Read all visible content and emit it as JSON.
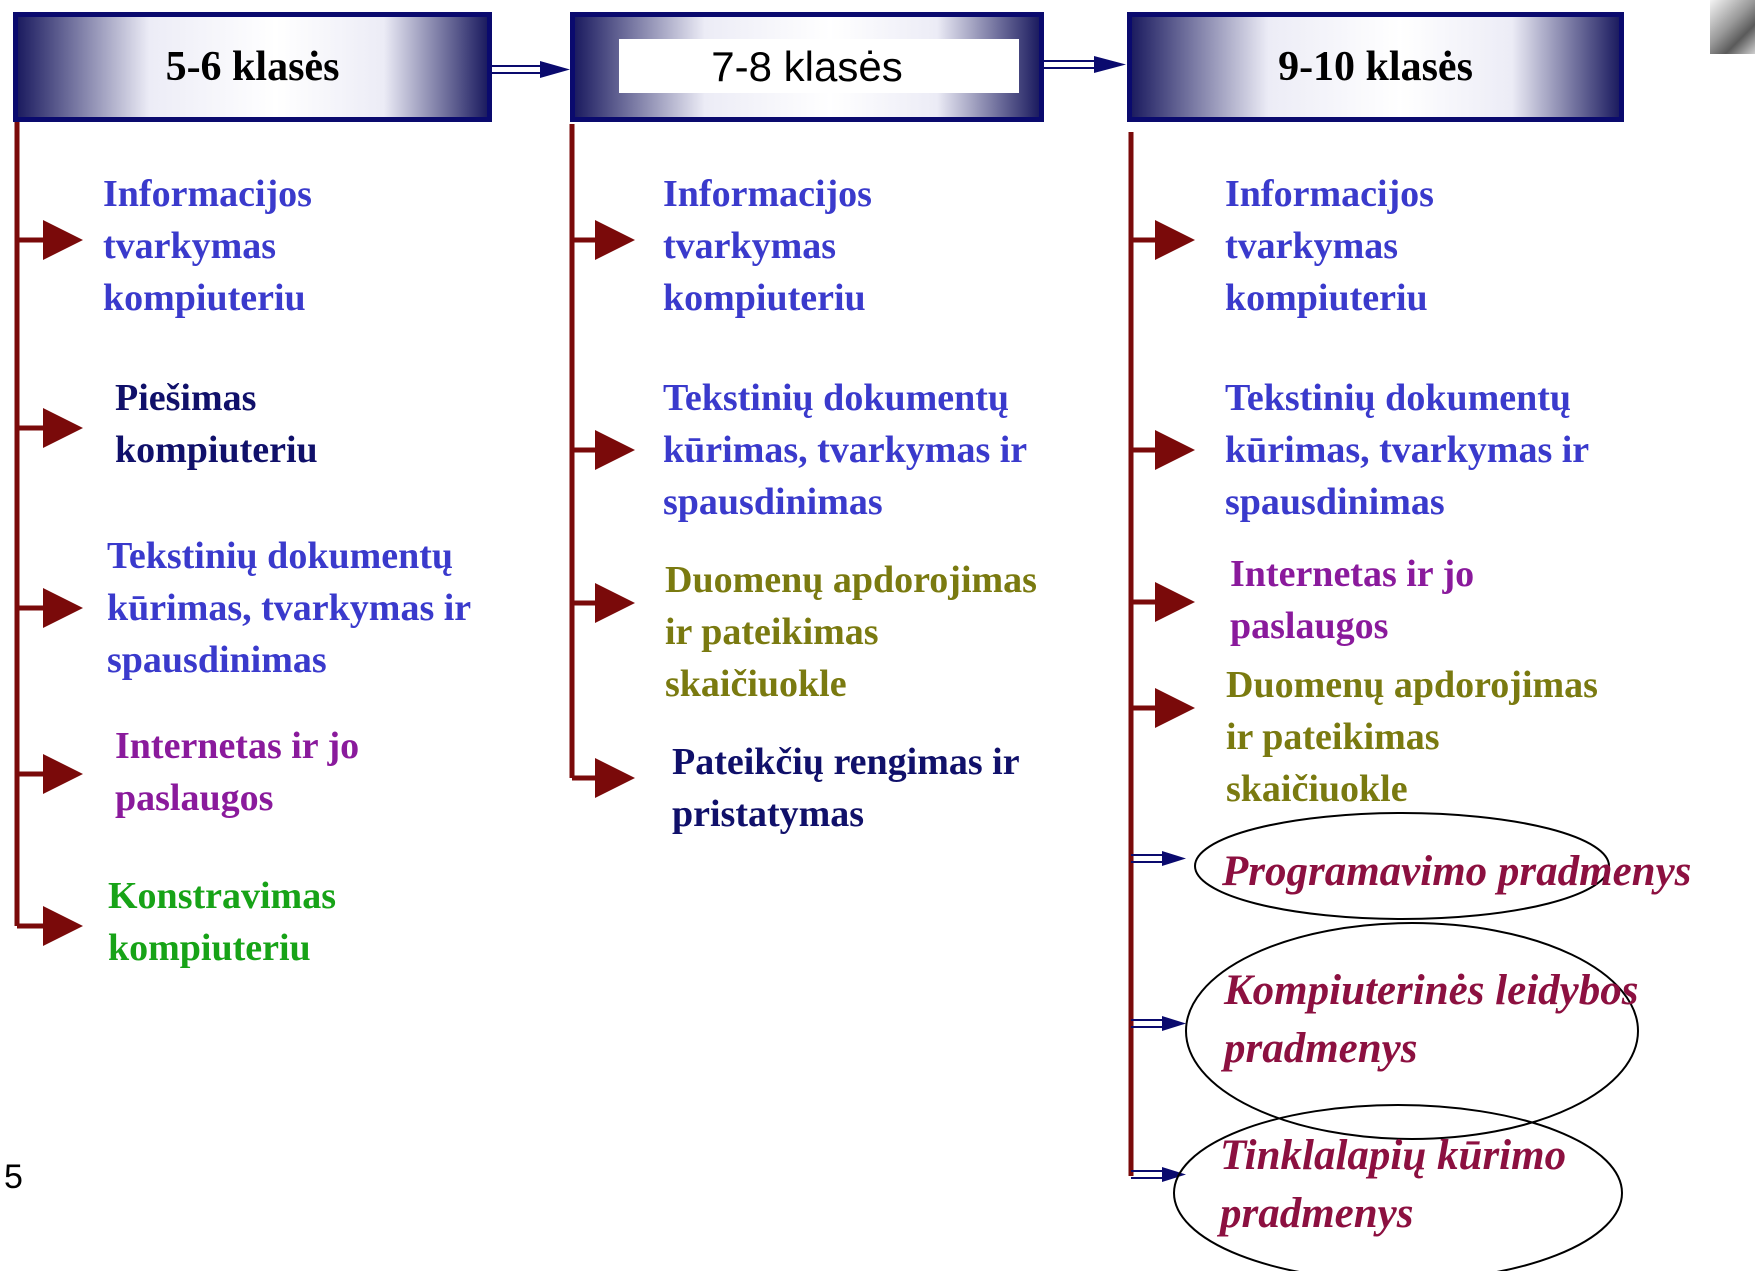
{
  "page_number": "5",
  "colors": {
    "blue": "#3a3acc",
    "navy": "#10106a",
    "olive": "#7a7a10",
    "purple": "#8a1a9c",
    "green": "#17a317",
    "crimson": "#8c1040",
    "dark_red": "#7a0a0a",
    "arrow_navy": "#0a0a6e"
  },
  "columns": [
    {
      "header": "5-6 klasės",
      "items": [
        {
          "text": [
            "Informacijos",
            "tvarkymas",
            "kompiuteriu"
          ],
          "color": "blue"
        },
        {
          "text": [
            "Piešimas",
            "kompiuteriu"
          ],
          "color": "navy"
        },
        {
          "text": [
            "Tekstinių dokumentų",
            "kūrimas, tvarkymas ir",
            "spausdinimas"
          ],
          "color": "blue"
        },
        {
          "text": [
            "Internetas ir jo",
            "paslaugos"
          ],
          "color": "purple"
        },
        {
          "text": [
            "Konstravimas",
            "kompiuteriu"
          ],
          "color": "green"
        }
      ]
    },
    {
      "header": "7-8 klasės",
      "items": [
        {
          "text": [
            "Informacijos",
            "tvarkymas",
            "kompiuteriu"
          ],
          "color": "blue"
        },
        {
          "text": [
            "Tekstinių dokumentų",
            "kūrimas, tvarkymas ir",
            "spausdinimas"
          ],
          "color": "blue"
        },
        {
          "text": [
            "Duomenų apdorojimas",
            "ir pateikimas",
            "skaičiuokle"
          ],
          "color": "olive"
        },
        {
          "text": [
            "Pateikčių rengimas ir",
            "pristatymas"
          ],
          "color": "navy"
        }
      ]
    },
    {
      "header": "9-10 klasės",
      "items": [
        {
          "text": [
            "Informacijos",
            "tvarkymas",
            "kompiuteriu"
          ],
          "color": "blue"
        },
        {
          "text": [
            "Tekstinių dokumentų",
            "kūrimas, tvarkymas ir",
            "spausdinimas"
          ],
          "color": "blue"
        },
        {
          "text": [
            "Internetas ir jo",
            "paslaugos"
          ],
          "color": "purple"
        },
        {
          "text": [
            "Duomenų apdorojimas",
            "ir pateikimas",
            "skaičiuokle"
          ],
          "color": "olive"
        },
        {
          "text": [
            "Programavimo pradmenys"
          ],
          "color": "crimson",
          "emphasis": "oval"
        },
        {
          "text": [
            "Kompiuterinės leidybos",
            "pradmenys"
          ],
          "color": "crimson",
          "emphasis": "oval"
        },
        {
          "text": [
            "Tinklalapių kūrimo",
            "pradmenys"
          ],
          "color": "crimson",
          "emphasis": "oval"
        }
      ]
    }
  ]
}
